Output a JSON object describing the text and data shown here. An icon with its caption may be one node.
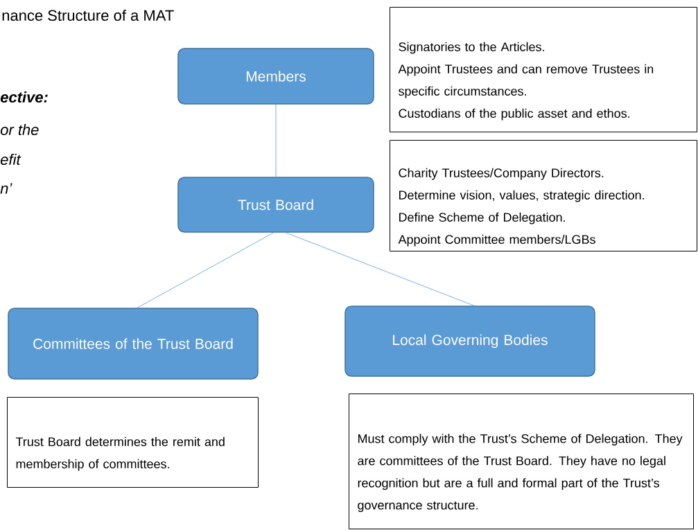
{
  "diagram": {
    "title": "nance Structure of a MAT",
    "nodes": [
      {
        "text": [
          "Members"
        ]
      },
      {
        "text": [
          "Signatories to the Articles.",
          "Appoint Trustees and can remove Trustees in specific circumstances.",
          "Custodians of the public asset and ethos."
        ]
      },
      {
        "text": [
          "Trust Board"
        ]
      },
      {
        "text": [
          "Charity Trustees/Company Directors.",
          "Determine vision, values, strategic direction.",
          "Define Scheme of Delegation.",
          "Appoint Committee members/LGBs"
        ]
      },
      {
        "text": [
          "Committees of the Trust Board"
        ]
      },
      {
        "text": [
          "Local Governing Bodies"
        ]
      },
      {
        "text": [
          "Trust Board determines the remit and membership of committees."
        ]
      },
      {
        "text": [
          "Must comply with the Trust’s Scheme of Delegation. They are committees of the Trust Board. They have no legal recognition but are a full and formal part of the Trust’s governance structure."
        ]
      }
    ],
    "edges": [
      {
        "from": 0,
        "to": 2,
        "arrow": "none"
      },
      {
        "from": 2,
        "to": 4,
        "arrow": "none"
      },
      {
        "from": 2,
        "to": 5,
        "arrow": "none"
      }
    ],
    "labels": [
      "ective:",
      "or the",
      "efit",
      "n’"
    ]
  }
}
